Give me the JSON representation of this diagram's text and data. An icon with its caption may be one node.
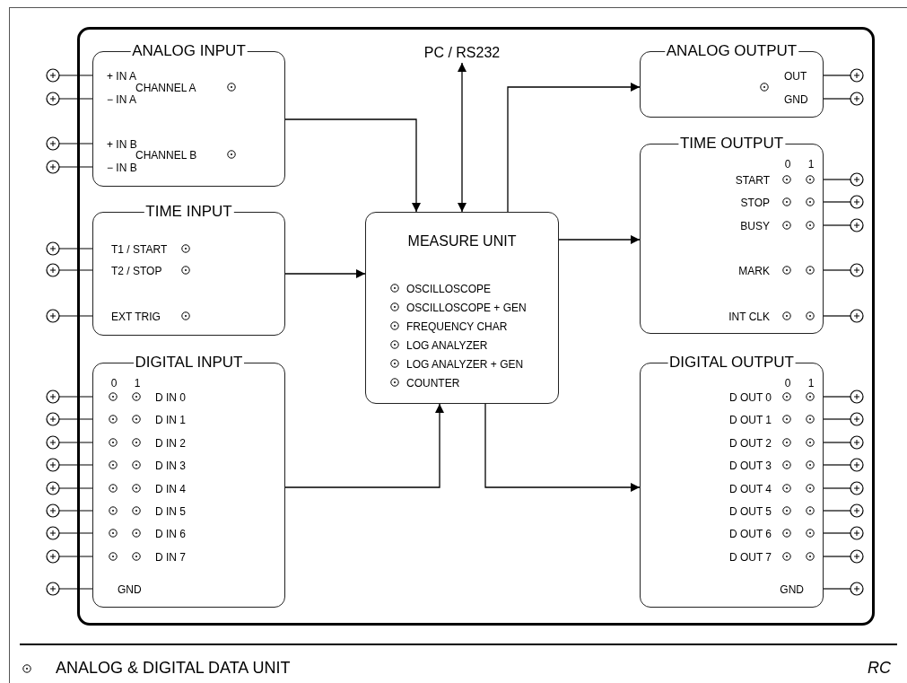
{
  "diagram": {
    "caption": "ANALOG & DIGITAL DATA UNIT",
    "nodes": [
      {
        "text": [
          "ANALOG INPUT",
          "+ IN A",
          "− IN A",
          "CHANNEL A",
          "+ IN B",
          "− IN B",
          "CHANNEL B"
        ]
      },
      {
        "text": [
          "PC / RS232"
        ]
      },
      {
        "text": [
          "ANALOG OUTPUT",
          "OUT",
          "GND"
        ]
      },
      {
        "text": [
          "TIME INPUT",
          "T1 / START",
          "T2 / STOP",
          "EXT TRIG"
        ]
      },
      {
        "text": [
          "MEASURE UNIT",
          "OSCILLOSCOPE",
          "OSCILLOSCOPE + GEN",
          "FREQUENCY CHAR",
          "LOG ANALYZER",
          "LOG ANALYZER + GEN",
          "COUNTER"
        ]
      },
      {
        "text": [
          "TIME OUTPUT",
          "0",
          "1",
          "START",
          "STOP",
          "BUSY",
          "MARK",
          "INT CLK"
        ]
      },
      {
        "text": [
          "DIGITAL INPUT",
          "0",
          "1",
          "D IN 0",
          "D IN 1",
          "D IN 2",
          "D IN 3",
          "D IN 4",
          "D IN 5",
          "D IN 6",
          "D IN 7",
          "GND"
        ]
      },
      {
        "text": [
          "DIGITAL OUTPUT",
          "0",
          "1",
          "D OUT 0",
          "D OUT 1",
          "D OUT 2",
          "D OUT 3",
          "D OUT 4",
          "D OUT 5",
          "D OUT 6",
          "D OUT 7",
          "GND"
        ]
      }
    ],
    "edges": [
      {
        "from": 0,
        "to": 4,
        "arrow": "to"
      },
      {
        "from": 1,
        "to": 4,
        "arrow": "both"
      },
      {
        "from": 3,
        "to": 4,
        "arrow": "to"
      },
      {
        "from": 6,
        "to": 4,
        "arrow": "to"
      },
      {
        "from": 4,
        "to": 2,
        "arrow": "to"
      },
      {
        "from": 4,
        "to": 5,
        "arrow": "to"
      },
      {
        "from": 4,
        "to": 7,
        "arrow": "to"
      }
    ],
    "labels": [
      "RC"
    ]
  }
}
